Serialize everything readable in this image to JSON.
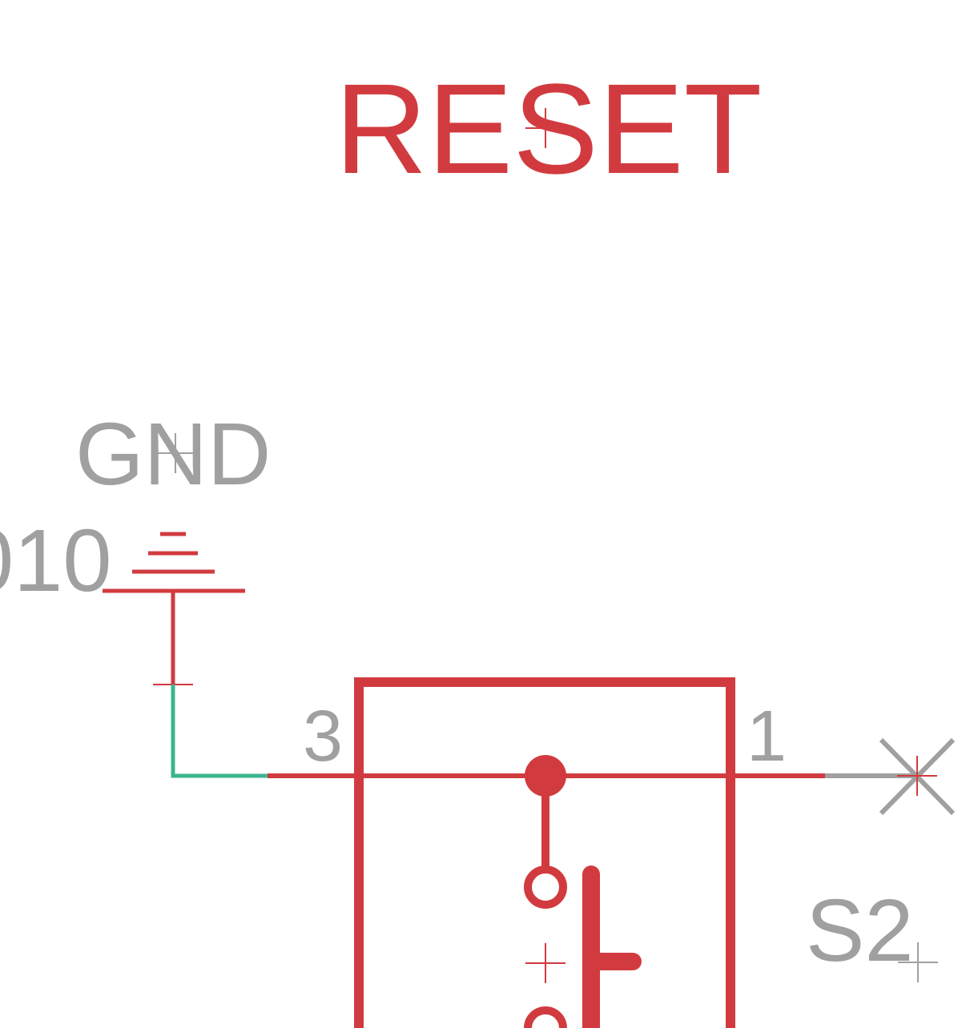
{
  "labels": {
    "title": "RESET",
    "gnd_label": "GND",
    "partial_ref": "010",
    "pin_left": "3",
    "pin_right": "1",
    "ref_designator": "S2"
  },
  "colors": {
    "symbol": "#d13b3f",
    "text": "#a0a0a0",
    "wire": "#3bb58f",
    "background": "#ffffff"
  }
}
